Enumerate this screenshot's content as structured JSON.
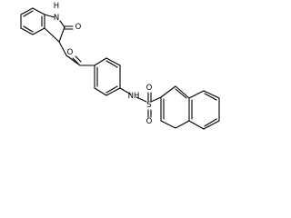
{
  "molecule": {
    "atom_labels": {
      "ring_nh": "H",
      "ring_n": "N",
      "lactam_o": "O",
      "ketone_o": "O",
      "amide_nh": "NH",
      "sulfur": "S",
      "sulfonyl_o_top": "O",
      "sulfonyl_o_bottom": "O"
    }
  },
  "colors": {
    "bond": "#000000",
    "text": "#000000",
    "background": "#ffffff"
  }
}
